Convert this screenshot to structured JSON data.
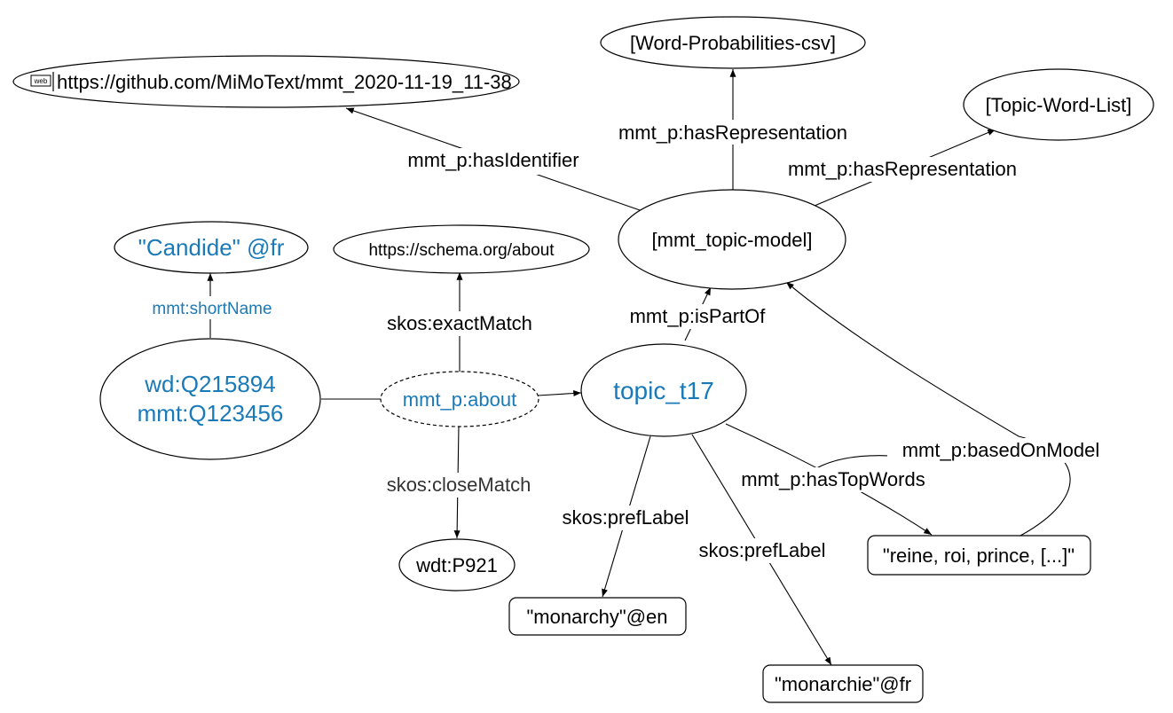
{
  "colors": {
    "accent_blue": "#1a7ab8",
    "stroke": "#000000",
    "background": "#ffffff"
  },
  "icons": {
    "web_badge": "web"
  },
  "nodes": {
    "github_url": "https://github.com/MiMoText/mmt_2020-11-19_11-38",
    "word_probabilities": "[Word-Probabilities-csv]",
    "topic_word_list": "[Topic-Word-List]",
    "topic_model": "[mmt_topic-model]",
    "candide": "\"Candide\" @fr",
    "schema_about": "https://schema.org/about",
    "wd_q215894": "wd:Q215894",
    "mmt_q123456": "mmt:Q123456",
    "about": "mmt_p:about",
    "topic_t17": "topic_t17",
    "wdt_p921": "wdt:P921",
    "top_words": "\"reine, roi, prince, [...]\"",
    "monarchy_en": "\"monarchy\"@en",
    "monarchie_fr": "\"monarchie\"@fr"
  },
  "edges": {
    "has_identifier": "mmt_p:hasIdentifier",
    "has_representation_1": "mmt_p:hasRepresentation",
    "has_representation_2": "mmt_p:hasRepresentation",
    "short_name": "mmt:shortName",
    "exact_match": "skos:exactMatch",
    "is_part_of": "mmt_p:isPartOf",
    "based_on_model": "mmt_p:basedOnModel",
    "has_top_words": "mmt_p:hasTopWords",
    "close_match": "skos:closeMatch",
    "pref_label_1": "skos:prefLabel",
    "pref_label_2": "skos:prefLabel"
  }
}
